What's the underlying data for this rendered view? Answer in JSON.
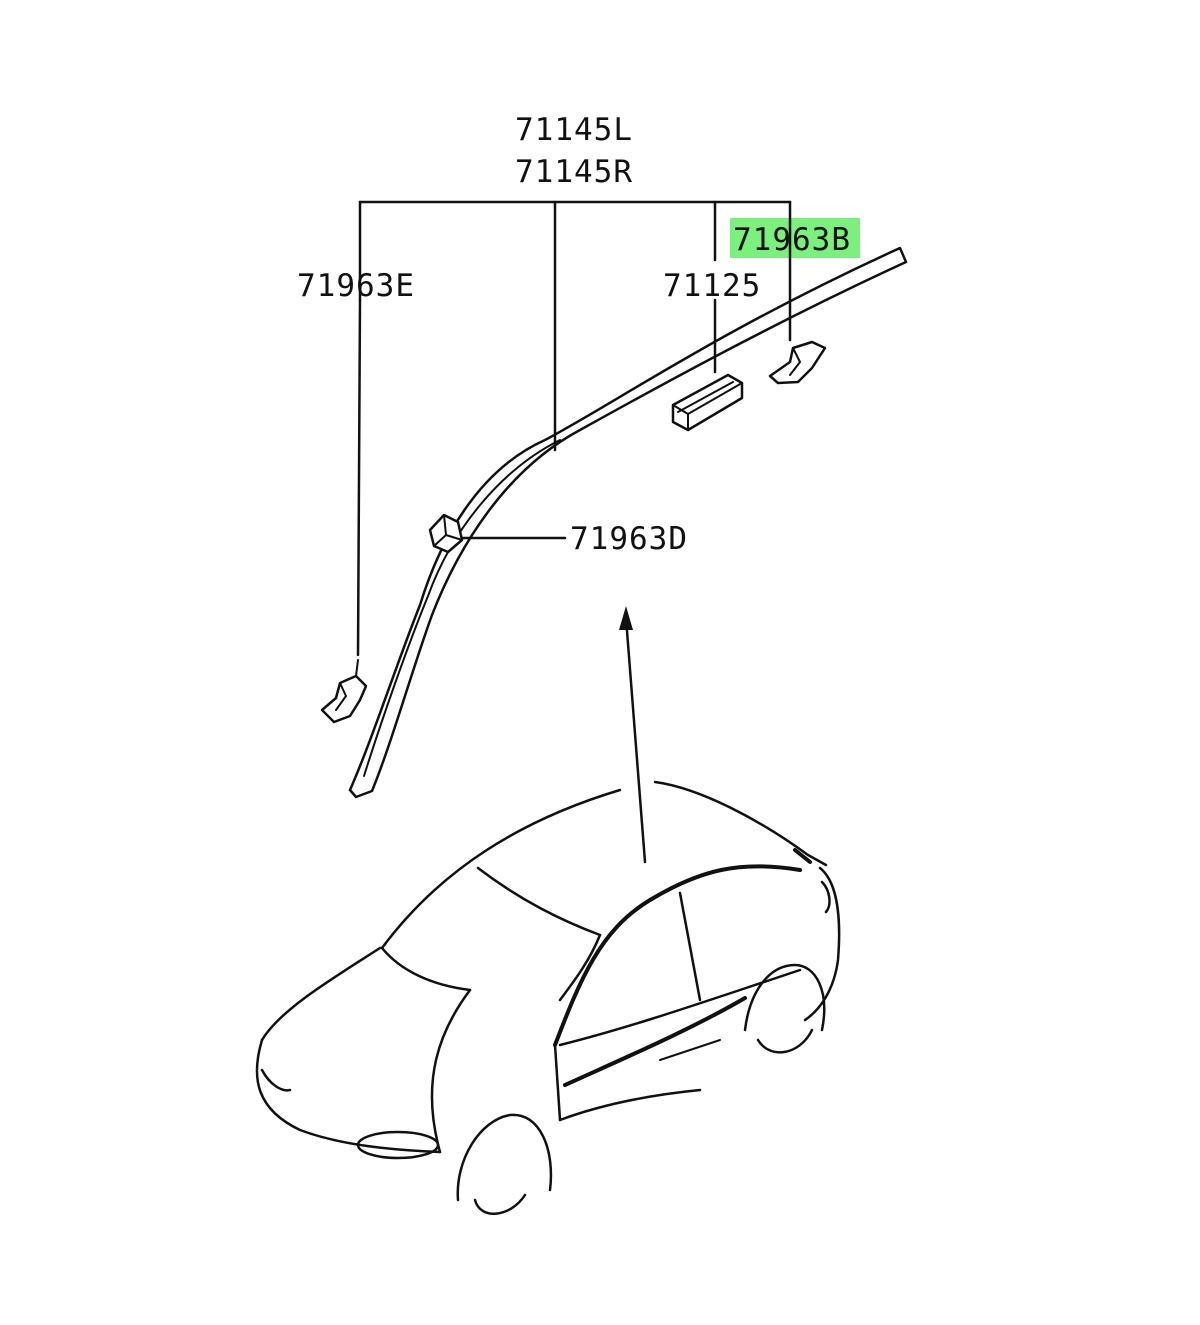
{
  "labels": {
    "part_71145L": "71145L",
    "part_71145R": "71145R",
    "part_71963B": "71963B",
    "part_71963E": "71963E",
    "part_71125": "71125",
    "part_71963D": "71963D"
  },
  "highlight_color": "#7CF07C",
  "line_color": "#111111"
}
